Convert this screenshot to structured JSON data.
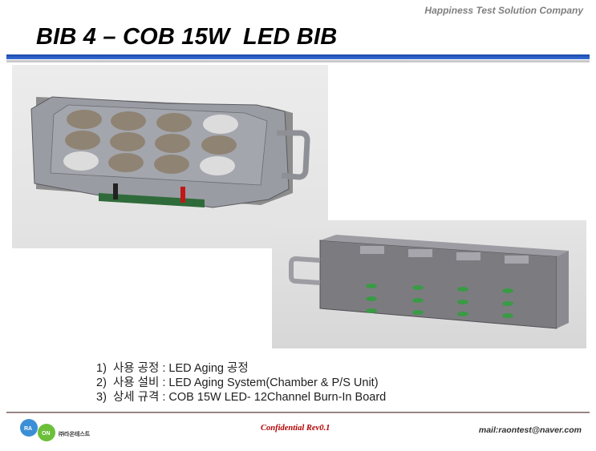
{
  "header": {
    "company": "Happiness Test Solution Company",
    "title": "BIB 4 – COB 15W  LED BIB"
  },
  "images": [
    {
      "description": "3D render of COB LED burn-in board, top view"
    },
    {
      "description": "3D render of COB LED burn-in board, bottom view"
    }
  ],
  "specs": [
    "1)  사용 공정 : LED Aging 공정",
    "2)  사용 설비 : LED Aging System(Chamber & P/S Unit)",
    "3)  상세 규격 : COB 15W LED- 12Channel Burn-In Board"
  ],
  "footer": {
    "logo_text": "㈜라온테스트",
    "logo_letters": [
      "RA",
      "ON"
    ],
    "confidential": "Confidential  Rev0.1",
    "mail": "mail:raontest@naver.com"
  },
  "colors": {
    "title_rule": "#1a4aa8",
    "confidential": "#b30000"
  }
}
